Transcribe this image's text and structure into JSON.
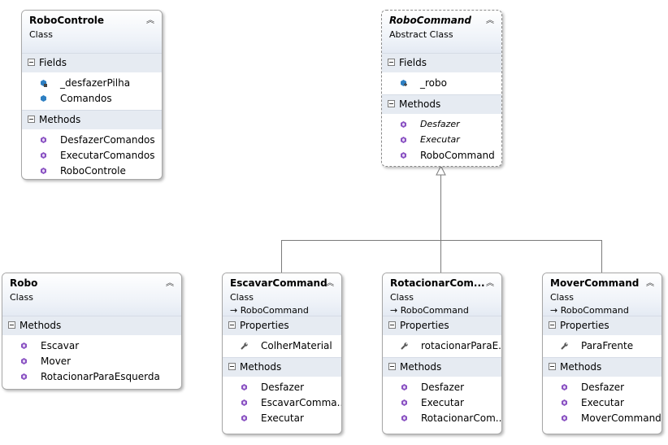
{
  "boxes": {
    "robocontrole": {
      "name": "RoboControle",
      "stereotype": "Class",
      "fields_label": "Fields",
      "fields": [
        {
          "name": "_desfazerPilha",
          "icon": "private-field-icon"
        },
        {
          "name": "Comandos",
          "icon": "field-icon"
        }
      ],
      "methods_label": "Methods",
      "methods": [
        "DesfazerComandos",
        "ExecutarComandos",
        "RoboControle"
      ]
    },
    "robocommand": {
      "name": "RoboCommand",
      "stereotype": "Abstract Class",
      "fields_label": "Fields",
      "fields": [
        {
          "name": "_robo",
          "icon": "protected-field-icon"
        }
      ],
      "methods_label": "Methods",
      "methods": [
        "Desfazer",
        "Executar",
        "RoboCommand"
      ]
    },
    "robo": {
      "name": "Robo",
      "stereotype": "Class",
      "methods_label": "Methods",
      "methods": [
        "Escavar",
        "Mover",
        "RotacionarParaEsquerda"
      ]
    },
    "escavar": {
      "name": "EscavarCommand",
      "stereotype": "Class",
      "base": "→ RoboCommand",
      "properties_label": "Properties",
      "properties": [
        "ColherMaterial"
      ],
      "methods_label": "Methods",
      "methods": [
        "Desfazer",
        "EscavarComma...",
        "Executar"
      ]
    },
    "rotacionar": {
      "name": "RotacionarCom...",
      "stereotype": "Class",
      "base": "→ RoboCommand",
      "properties_label": "Properties",
      "properties": [
        "rotacionarParaE..."
      ],
      "methods_label": "Methods",
      "methods": [
        "Desfazer",
        "Executar",
        "RotacionarCom..."
      ]
    },
    "mover": {
      "name": "MoverCommand",
      "stereotype": "Class",
      "base": "→ RoboCommand",
      "properties_label": "Properties",
      "properties": [
        "ParaFrente"
      ],
      "methods_label": "Methods",
      "methods": [
        "Desfazer",
        "Executar",
        "MoverCommand"
      ]
    }
  },
  "collapse_glyph": "︽",
  "colors": {
    "header_gradient_bottom": "#e4eaf3",
    "section_bg": "#e6ebf2",
    "method_icon": "#8a52c2",
    "field_icon": "#2e7fc2",
    "property_icon": "#555555",
    "connector": "#7b7b7b"
  }
}
